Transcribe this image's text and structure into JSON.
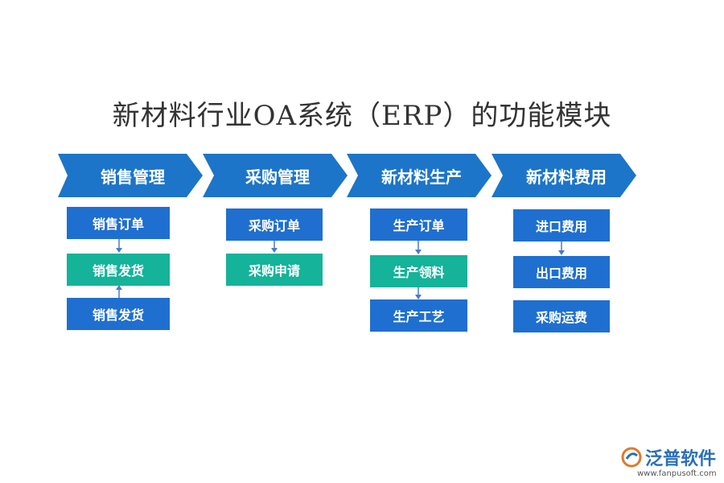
{
  "title": "新材料行业OA系统（ERP）的功能模块",
  "modules": [
    {
      "label": "销售管理",
      "color": "#1c75c8"
    },
    {
      "label": "采购管理",
      "color": "#1c75c8"
    },
    {
      "label": "新材料生产",
      "color": "#1c75c8"
    },
    {
      "label": "新材料费用",
      "color": "#1c75c8"
    }
  ],
  "columns": [
    {
      "items": [
        "销售订单",
        "销售发货",
        "销售发货"
      ]
    },
    {
      "items": [
        "采购订单",
        "采购申请"
      ]
    },
    {
      "items": [
        "生产订单",
        "生产领料",
        "生产工艺"
      ]
    },
    {
      "items": [
        "进口费用",
        "出口费用",
        "采购运费"
      ]
    }
  ],
  "logo": {
    "name": "泛普软件",
    "url": "www.fanpusoft.com"
  }
}
